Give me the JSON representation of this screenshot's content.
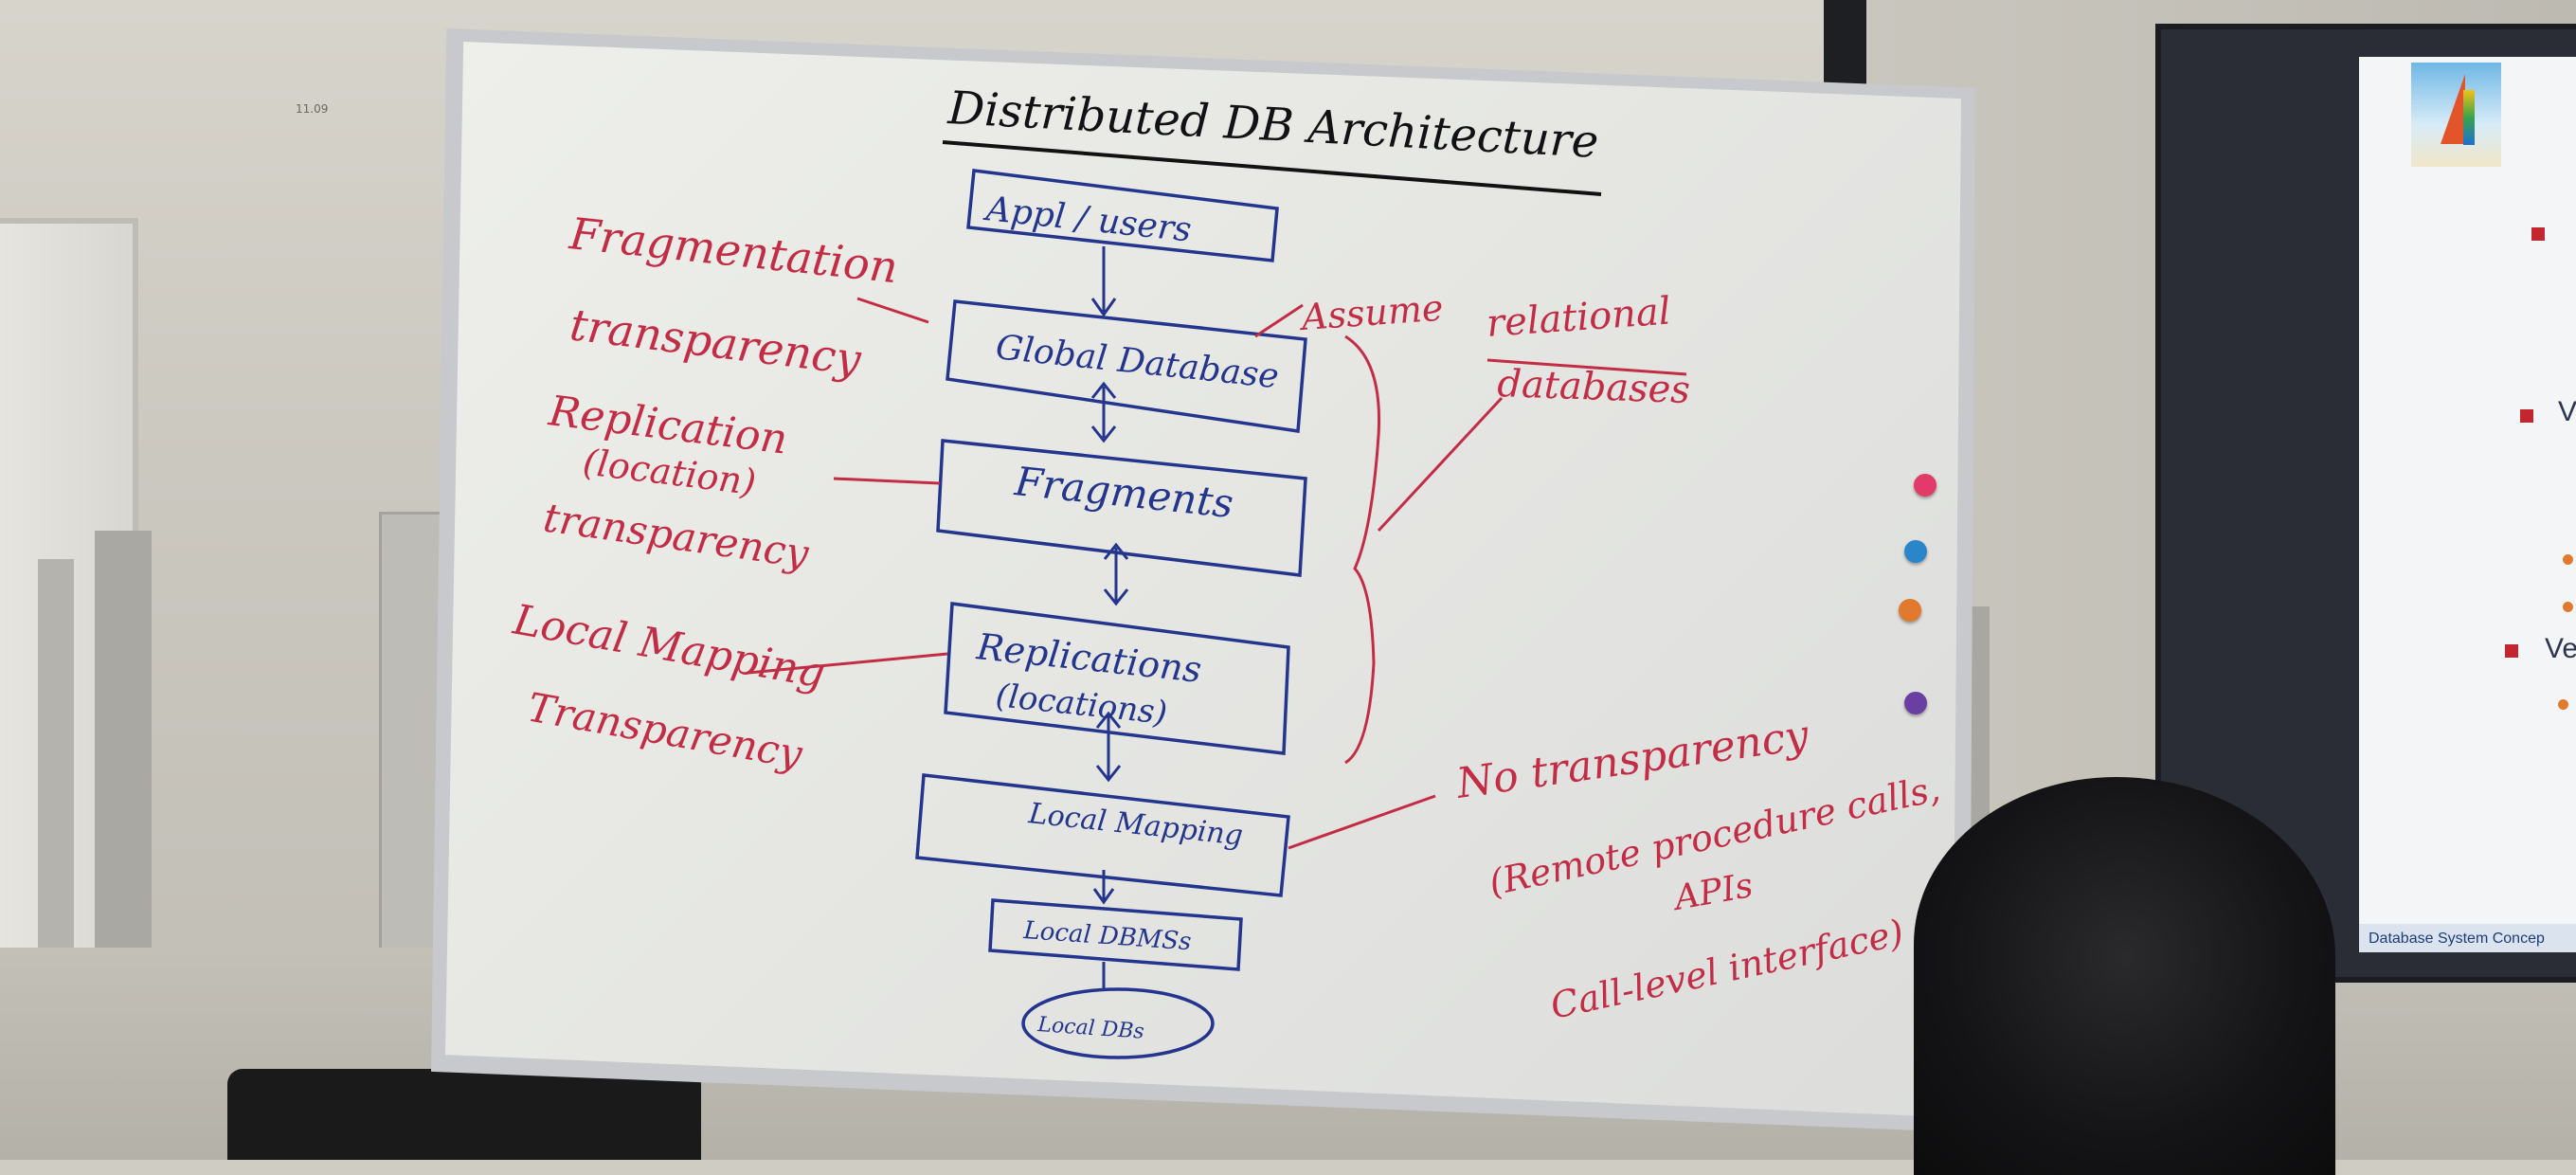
{
  "board": {
    "title": "Distributed DB Architecture",
    "layers": [
      "Appl / users",
      "Global Database",
      "Fragments",
      "Replications",
      "(locations)",
      "Local Mapping",
      "Local DBMSs",
      "Local DBs"
    ],
    "transparencies": [
      "Fragmentation",
      "transparency",
      "Replication",
      "(location)",
      "transparency",
      "Local Mapping",
      "Transparency"
    ],
    "notes": {
      "assume": "Assume",
      "relational": "relational",
      "databases": "databases",
      "no_transparency": "No transparency",
      "rpc": "(Remote procedure calls,",
      "apis": "APIs",
      "cli": "Call-level interface)"
    }
  },
  "wall": {
    "sign": "11.09"
  },
  "slide": {
    "footer": "Database System Concep",
    "letters": [
      "V",
      "Ve"
    ]
  },
  "colors": {
    "blue_marker": "#23358c",
    "red_marker": "#c22c45",
    "black_marker": "#121214",
    "magnets": [
      "#e23b6a",
      "#2a86c9",
      "#e27a2e",
      "#6a3fa2"
    ]
  }
}
